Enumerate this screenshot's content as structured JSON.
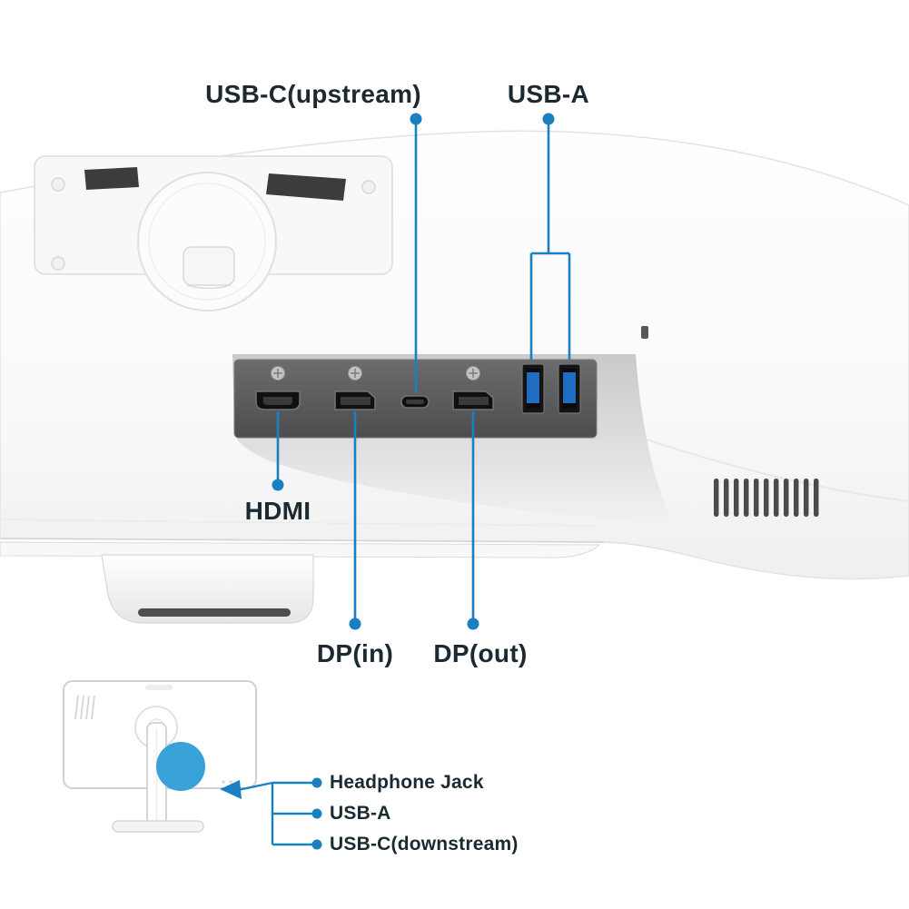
{
  "diagram": {
    "callouts": {
      "usb_c_upstream": "USB-C(upstream)",
      "usb_a": "USB-A",
      "hdmi": "HDMI",
      "dp_in": "DP(in)",
      "dp_out": "DP(out)"
    },
    "side_panel_callouts": {
      "headphone_jack": "Headphone Jack",
      "usb_a": "USB-A",
      "usb_c_downstream": "USB-C(downstream)"
    },
    "colors": {
      "callout_line": "#1a80c2",
      "label_text": "#1c2930",
      "port_panel_dark": "#58595b",
      "usb_port_blue": "#1f6ec2",
      "highlight_circle": "#38a1d8"
    }
  }
}
